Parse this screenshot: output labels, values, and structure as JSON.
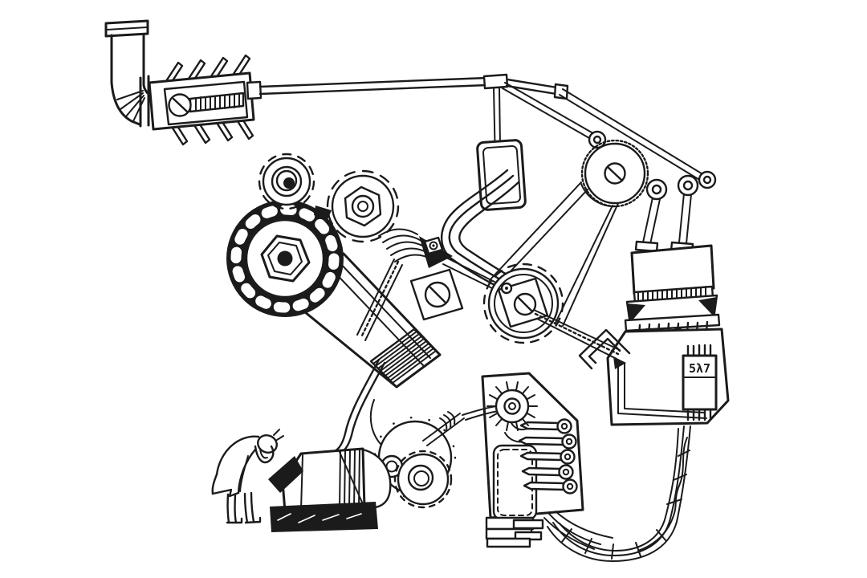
{
  "artwork": {
    "style": "pen-and-ink cartoon contraption",
    "background_color": "#ffffff",
    "ink_color": "#1b1b1b",
    "chip_label": "5λ7",
    "components": [
      "exhaust-pipe",
      "terminal-block-with-pins",
      "block-screw",
      "drive-rod",
      "hanging-panel",
      "panel-wire-bundle",
      "small-ring-gear",
      "nut-gear",
      "notched-flywheel",
      "engine-block",
      "bellows-hose",
      "lead-screw",
      "toothed-pulley",
      "drive-belt",
      "linkage-rods",
      "ball-joints",
      "coarse-gear",
      "screw-bracket",
      "clamp-bracket",
      "transformer-stack",
      "circuit-box",
      "ic-chip",
      "braided-cable",
      "connector-plate",
      "sunburst-gear",
      "terminal-lugs",
      "dashed-label-plate",
      "scalloped-gear-pair",
      "motor-box",
      "hatched-base",
      "hunched-man"
    ]
  }
}
